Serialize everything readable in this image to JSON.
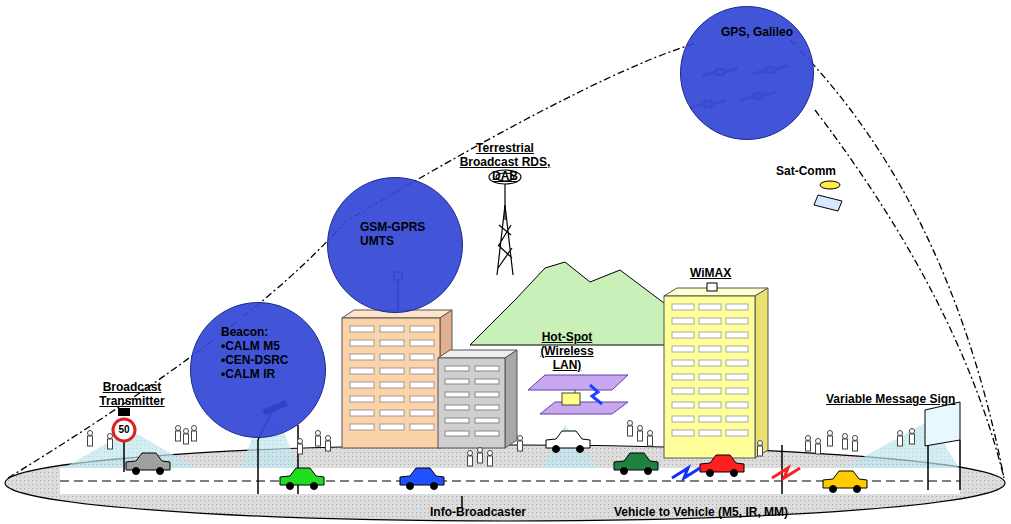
{
  "diagram": {
    "nodes": [
      {
        "text": [
          "Beacon: •CALM M5 •CEN-DSRC •CALM IR"
        ]
      },
      {
        "text": [
          "GSM-GPRS UMTS"
        ]
      },
      {
        "text": [
          "GPS, Galileo"
        ]
      }
    ],
    "labels": [
      "Broadcast Transmitter",
      "50",
      "Terrestrial Broadcast RDS, DAB",
      "Sat-Comm",
      "WiMAX",
      "Hot-Spot (Wireless LAN)",
      "Variable Message Sign",
      "Info-Broadcaster",
      "Vehicle to Vehicle (M5, IR, MM)"
    ]
  }
}
